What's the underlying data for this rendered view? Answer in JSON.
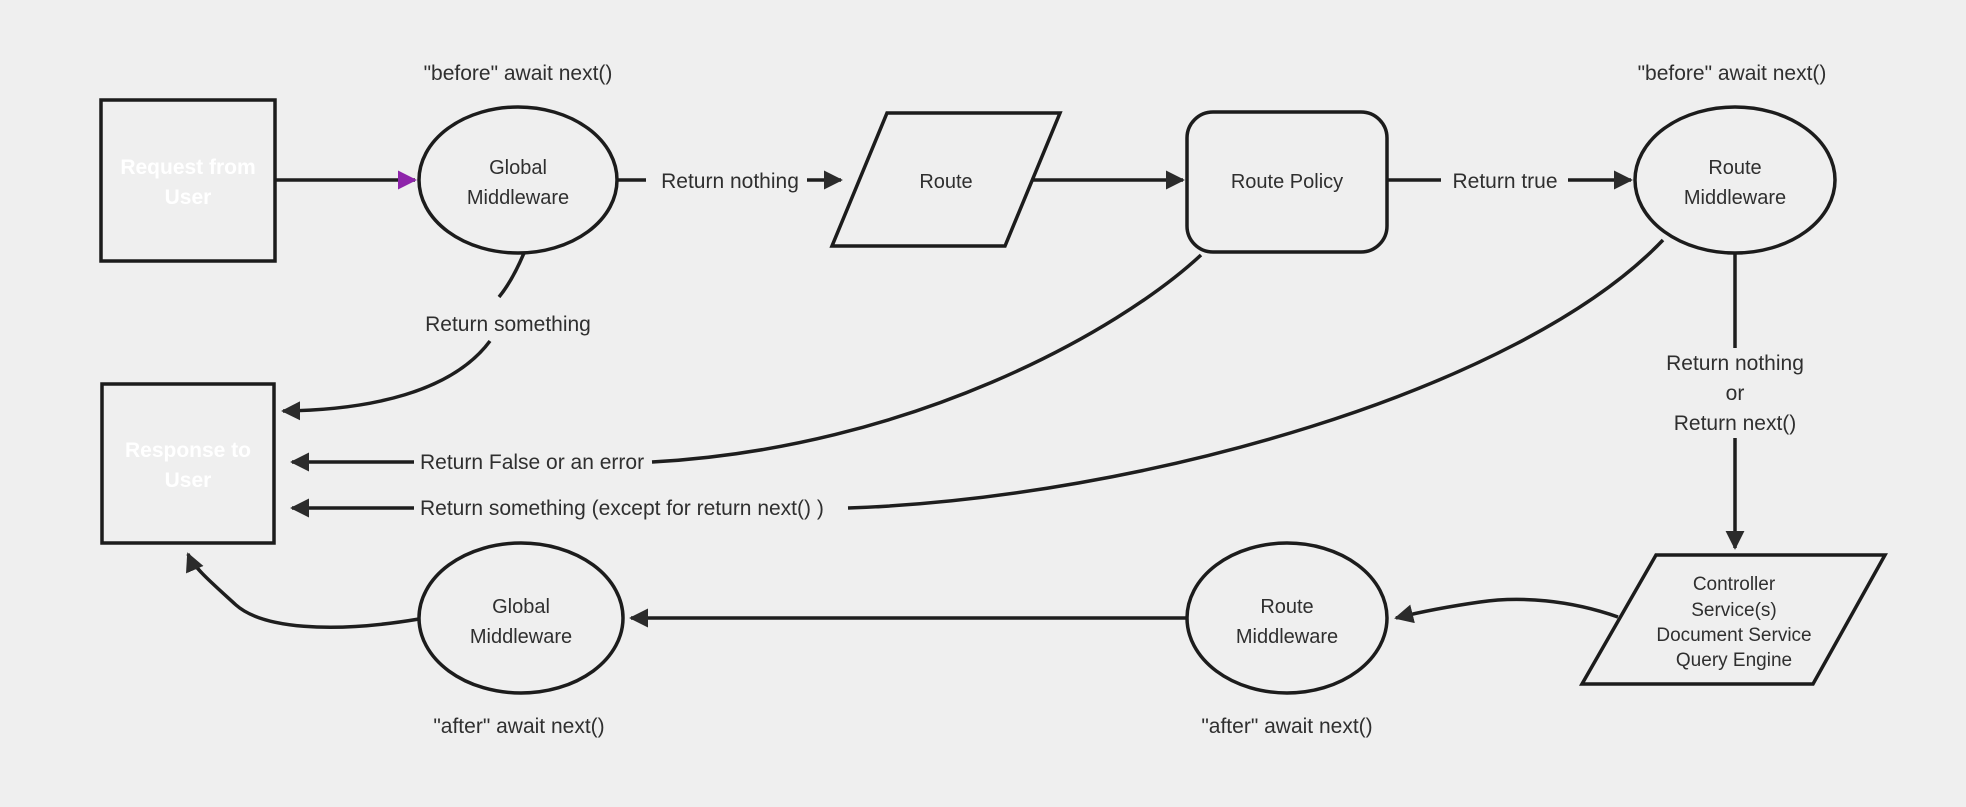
{
  "diagram": {
    "title": "request-lifecycle-flowchart"
  },
  "colors": {
    "background": "#efefef",
    "node_purple": "#7b219f",
    "arrow_purple": "#8e24aa",
    "line": "#1e1e1e",
    "arrowhead": "#2b2b2b",
    "node_fill": "#efefef",
    "node_stroke": "#1c1c1c",
    "text_dark": "#2f2f2f",
    "text_light": "#ffffff"
  },
  "nodes": {
    "request_box": {
      "lines": [
        "Request from",
        "User"
      ]
    },
    "response_box": {
      "lines": [
        "Response to",
        "User"
      ]
    },
    "global_mw_top": {
      "lines": [
        "Global",
        "Middleware"
      ]
    },
    "route": {
      "label": "Route"
    },
    "route_policy": {
      "label": "Route Policy"
    },
    "route_mw_top": {
      "lines": [
        "Route",
        "Middleware"
      ]
    },
    "controller": {
      "lines": [
        "Controller",
        "Service(s)",
        "Document Service",
        "Query Engine"
      ]
    },
    "route_mw_bottom": {
      "lines": [
        "Route",
        "Middleware"
      ]
    },
    "global_mw_bottom": {
      "lines": [
        "Global",
        "Middleware"
      ]
    }
  },
  "labels": {
    "before_left": "\"before\" await next()",
    "before_right": "\"before\" await next()",
    "after_left": "\"after\" await next()",
    "after_right": "\"after\" await next()",
    "return_nothing": "Return nothing",
    "return_true": "Return true",
    "return_something": "Return something",
    "return_false_error": "Return False or an error",
    "return_something_except": "Return something (except for return next() )",
    "return_nothing_or": [
      "Return nothing",
      "or",
      "Return next()"
    ]
  }
}
